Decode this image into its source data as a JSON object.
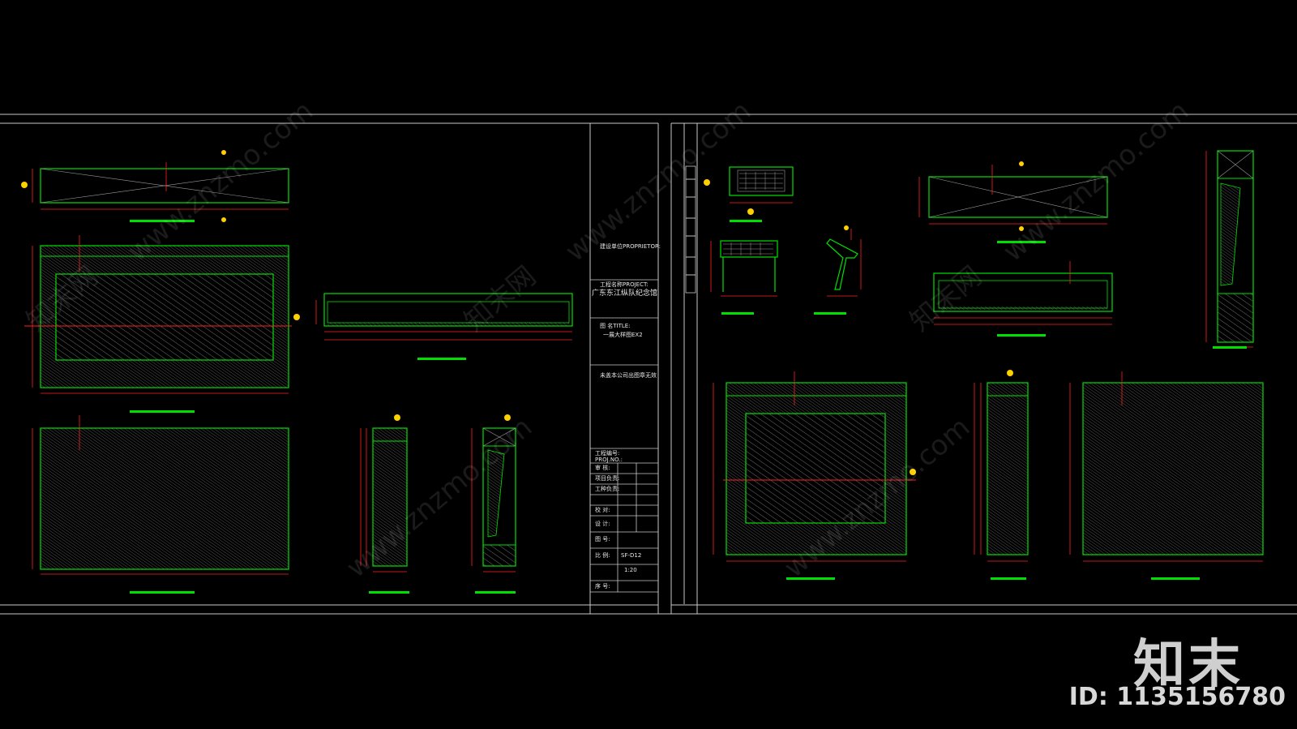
{
  "title_block": {
    "proprietor_label": "建设单位PROPRIETOR:",
    "project_label": "工程名称PROJECT:",
    "project_name": "广东东江纵队纪念馆",
    "title_label": "图 名TITLE:",
    "title_value": "一展大样图EX2",
    "note": "未盖本公司出图章无效",
    "proj_no_label": "工程编号:",
    "proj_no_label_en": "PROJ.NO.:",
    "rows": [
      "审 核:",
      "项目负责:",
      "工种负责:",
      "校 对:",
      "设 计:",
      "图 号:",
      "比 例:",
      "序 号:"
    ],
    "drawing_no": "SF-D12",
    "scale": "1:20"
  },
  "brand": {
    "logo_text": "知末",
    "image_id": "ID: 1135156780",
    "watermark": "www.znzmo.com",
    "watermark_cn": "知末网"
  },
  "colors": {
    "background": "#000000",
    "frame": "#c8c8c8",
    "outline": "#00e000",
    "dimension": "#ff2020",
    "hatch": "#9a9a9a",
    "marker": "#ffd000"
  }
}
